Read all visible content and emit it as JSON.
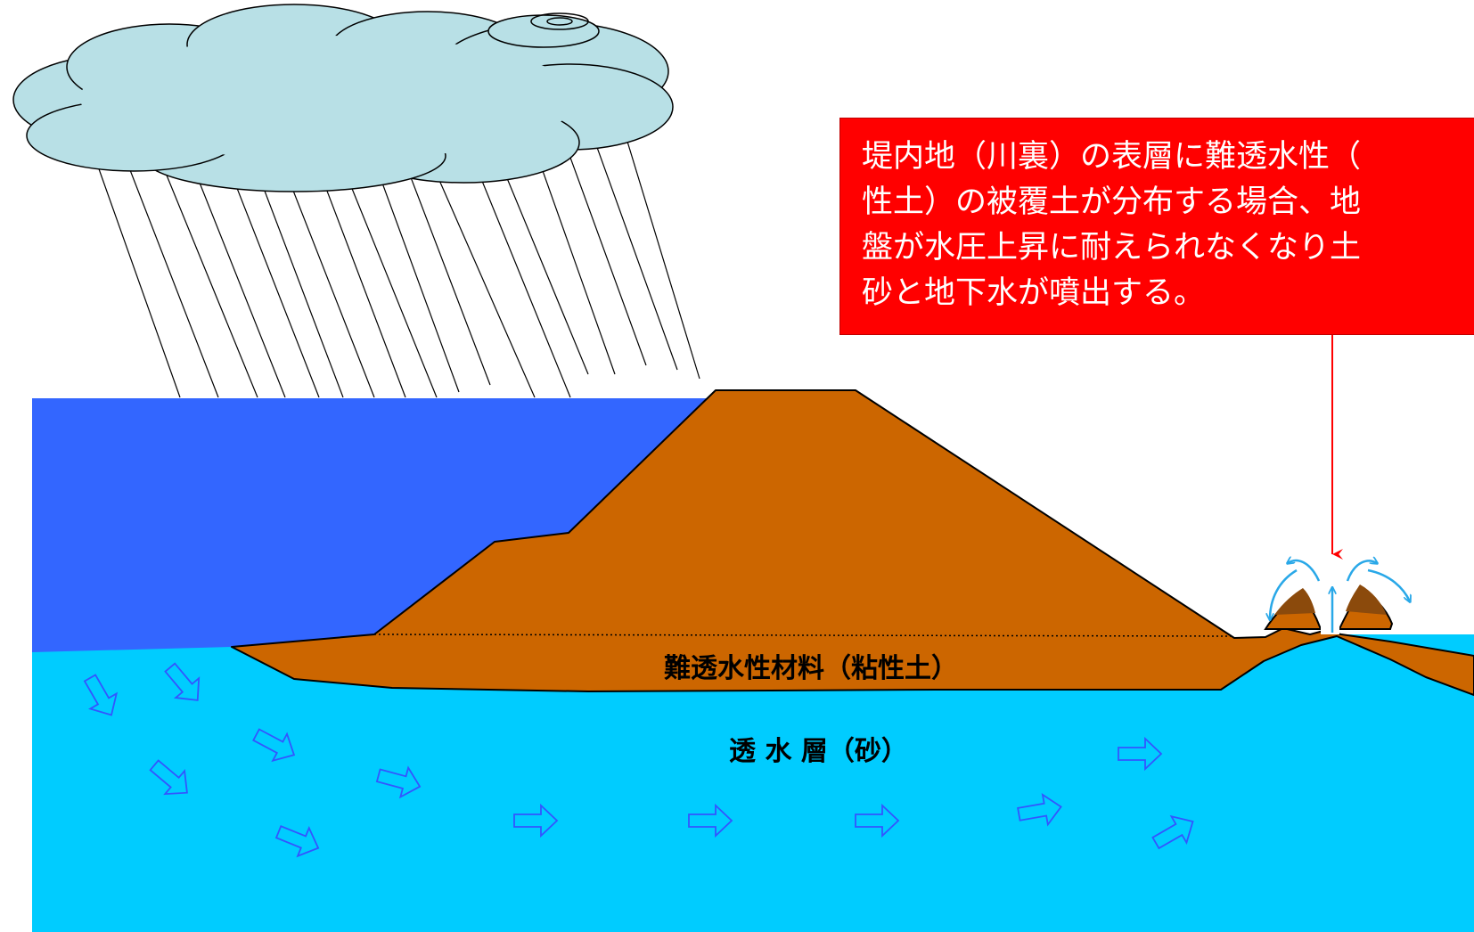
{
  "callout": {
    "lines": [
      "堤内地（川裏）の表層に難透水性（",
      "性土）の被覆土が分布する場合、地",
      "盤が水圧上昇に耐えられなくなり土",
      "砂と地下水が噴出する。"
    ]
  },
  "labels": {
    "impermeable_layer": "難透水性材料（粘性土）",
    "permeable_layer": "透 水 層（砂）"
  },
  "colors": {
    "river": "#3366ff",
    "aquifer": "#00ccff",
    "levee": "#cc6600",
    "boil_soil": "#8b4a0c",
    "cloud": "#b8e0e6",
    "callout": "#ff0000",
    "arrow_outline": "#3355ff",
    "boil_arrows": "#29a8e8"
  },
  "icons": [
    "rain-cloud-icon",
    "flow-arrow-icon",
    "boil-spray-arrow-icon",
    "pointer-arrow-icon"
  ]
}
